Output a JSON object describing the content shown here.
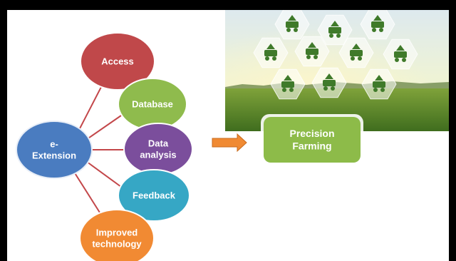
{
  "diagram": {
    "hub": {
      "lines": [
        "e-",
        "Extension"
      ],
      "color": "#4a7cc0"
    },
    "spokes": [
      {
        "id": "access",
        "lines": [
          "Access"
        ],
        "color": "#c0484a"
      },
      {
        "id": "database",
        "lines": [
          "Database"
        ],
        "color": "#8fbb4d"
      },
      {
        "id": "data-analysis",
        "lines": [
          "Data",
          "analysis"
        ],
        "color": "#7b4e9c"
      },
      {
        "id": "feedback",
        "lines": [
          "Feedback"
        ],
        "color": "#36a7c5"
      },
      {
        "id": "improved-technology",
        "lines": [
          "Improved",
          "technology"
        ],
        "color": "#f18a33"
      }
    ],
    "connector_color": "#c3474a",
    "arrow_color": "#f08a33",
    "target": {
      "lines": [
        "Precision",
        "Farming"
      ],
      "color": "#8dbb49"
    },
    "photo": {
      "icons": [
        "sprinkler-icon",
        "solar-panel-icon",
        "drone-icon",
        "tractor-icon",
        "cloud-icon",
        "monitor-icon",
        "plant-icon",
        "magnifier-plant-icon",
        "drone-icon-2",
        "tablet-icon"
      ]
    }
  }
}
